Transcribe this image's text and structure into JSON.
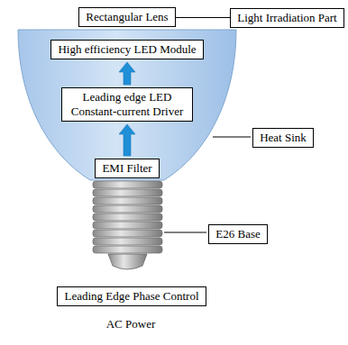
{
  "diagram": {
    "nodes": [
      {
        "text": [
          "Rectangular Lens"
        ]
      },
      {
        "text": [
          "Light Irradiation Part"
        ]
      },
      {
        "text": [
          "High efficiency LED Module"
        ]
      },
      {
        "text": [
          "Leading edge LED Constant-current Driver"
        ]
      },
      {
        "text": [
          "EMI Filter"
        ]
      },
      {
        "text": [
          "Heat Sink"
        ]
      },
      {
        "text": [
          "E26 Base"
        ]
      },
      {
        "text": [
          "Leading Edge Phase Control"
        ]
      }
    ],
    "edges": [
      {
        "from": 0,
        "to": 1,
        "arrow": "none"
      },
      {
        "from": 3,
        "to": 2,
        "arrow": "to"
      },
      {
        "from": 4,
        "to": 3,
        "arrow": "to"
      }
    ],
    "labels": [
      "AC Power"
    ]
  }
}
